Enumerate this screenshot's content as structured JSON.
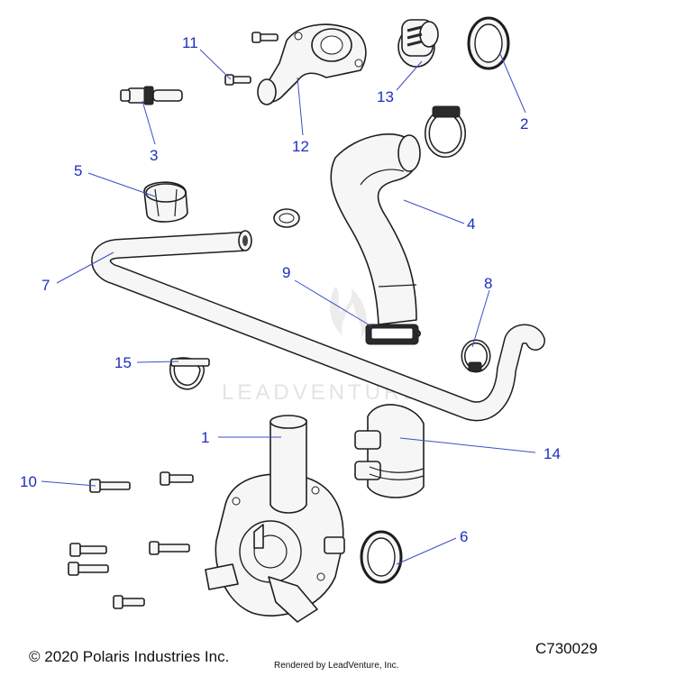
{
  "watermark": {
    "text": "LEADVENTURE"
  },
  "callouts": [
    {
      "id": "1",
      "label": "1"
    },
    {
      "id": "2",
      "label": "2"
    },
    {
      "id": "3",
      "label": "3"
    },
    {
      "id": "4",
      "label": "4"
    },
    {
      "id": "5",
      "label": "5"
    },
    {
      "id": "6",
      "label": "6"
    },
    {
      "id": "7",
      "label": "7"
    },
    {
      "id": "8",
      "label": "8"
    },
    {
      "id": "9",
      "label": "9"
    },
    {
      "id": "10",
      "label": "10"
    },
    {
      "id": "11",
      "label": "11"
    },
    {
      "id": "12",
      "label": "12"
    },
    {
      "id": "13",
      "label": "13"
    },
    {
      "id": "14",
      "label": "14"
    },
    {
      "id": "15",
      "label": "15"
    }
  ],
  "footer": {
    "copyright": "© 2020 Polaris Industries Inc.",
    "rendered_by": "Rendered by LeadVenture, Inc.",
    "diagram_code": "C730029"
  },
  "colors": {
    "callout": "#1c2fc0",
    "leader": "#3a4fc8",
    "line": "#1e1e1e"
  }
}
